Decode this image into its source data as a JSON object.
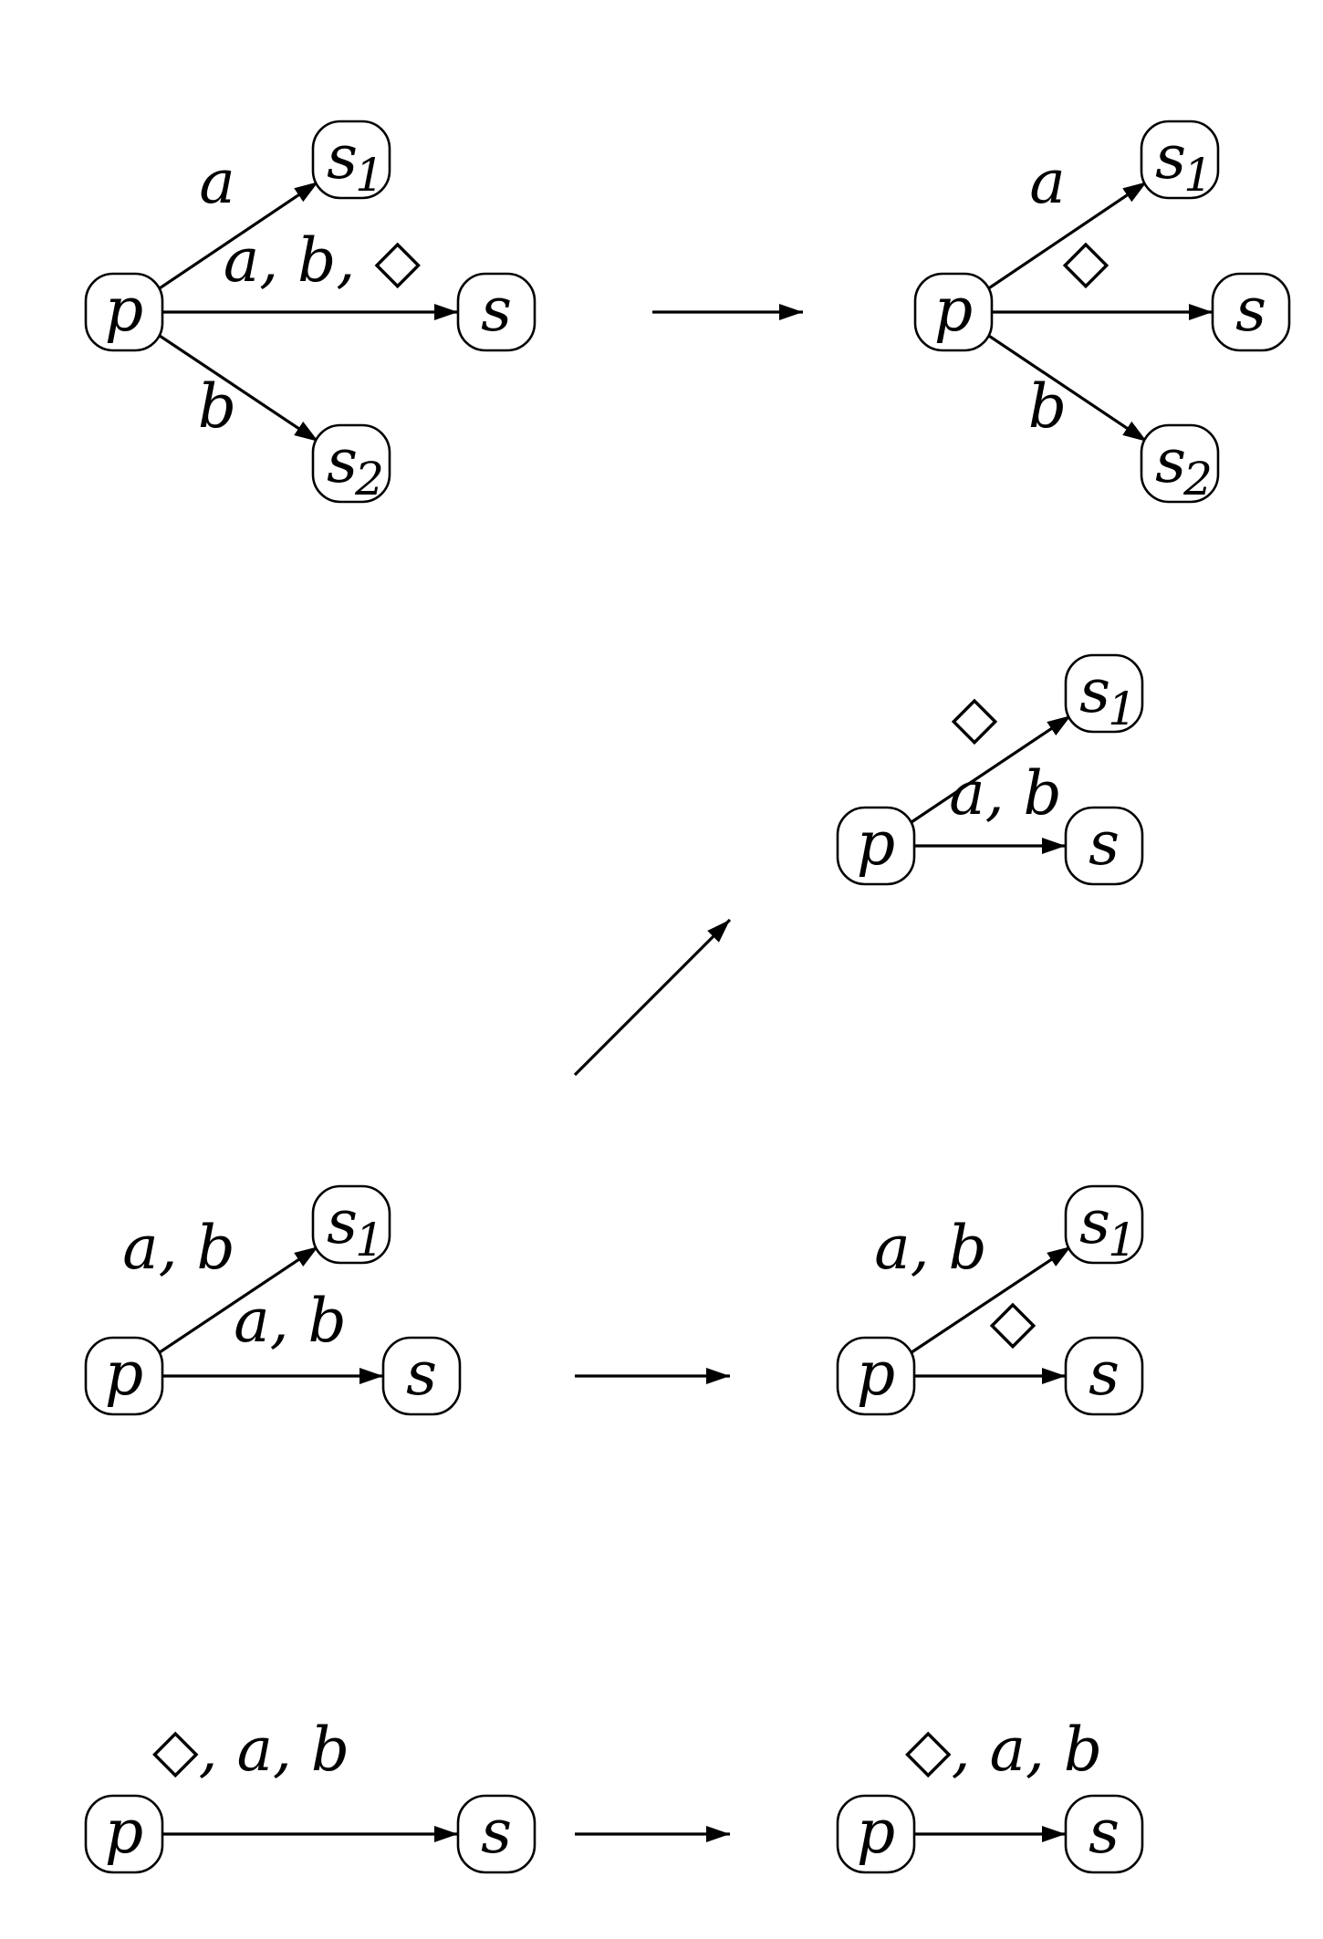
{
  "diagram": {
    "panels": [
      {
        "id": "row1-left",
        "nodes": [
          {
            "id": "p",
            "label": "p",
            "sub": ""
          },
          {
            "id": "s1",
            "label": "s",
            "sub": "1"
          },
          {
            "id": "s",
            "label": "s",
            "sub": ""
          },
          {
            "id": "s2",
            "label": "s",
            "sub": "2"
          }
        ],
        "edges": [
          {
            "from": "p",
            "to": "s1",
            "label": "a"
          },
          {
            "from": "p",
            "to": "s",
            "label": "a, b, ◇"
          },
          {
            "from": "p",
            "to": "s2",
            "label": "b"
          }
        ]
      },
      {
        "id": "row1-right",
        "nodes": [
          {
            "id": "p",
            "label": "p",
            "sub": ""
          },
          {
            "id": "s1",
            "label": "s",
            "sub": "1"
          },
          {
            "id": "s",
            "label": "s",
            "sub": ""
          },
          {
            "id": "s2",
            "label": "s",
            "sub": "2"
          }
        ],
        "edges": [
          {
            "from": "p",
            "to": "s1",
            "label": "a"
          },
          {
            "from": "p",
            "to": "s",
            "label": "◇"
          },
          {
            "from": "p",
            "to": "s2",
            "label": "b"
          }
        ]
      },
      {
        "id": "row2-top",
        "nodes": [
          {
            "id": "p",
            "label": "p",
            "sub": ""
          },
          {
            "id": "s1",
            "label": "s",
            "sub": "1"
          },
          {
            "id": "s",
            "label": "s",
            "sub": ""
          }
        ],
        "edges": [
          {
            "from": "p",
            "to": "s1",
            "label": "◇"
          },
          {
            "from": "p",
            "to": "s",
            "label": "a, b"
          }
        ]
      },
      {
        "id": "row3-left",
        "nodes": [
          {
            "id": "p",
            "label": "p",
            "sub": ""
          },
          {
            "id": "s1",
            "label": "s",
            "sub": "1"
          },
          {
            "id": "s",
            "label": "s",
            "sub": ""
          }
        ],
        "edges": [
          {
            "from": "p",
            "to": "s1",
            "label": "a, b"
          },
          {
            "from": "p",
            "to": "s",
            "label": "a, b"
          }
        ]
      },
      {
        "id": "row3-right",
        "nodes": [
          {
            "id": "p",
            "label": "p",
            "sub": ""
          },
          {
            "id": "s1",
            "label": "s",
            "sub": "1"
          },
          {
            "id": "s",
            "label": "s",
            "sub": ""
          }
        ],
        "edges": [
          {
            "from": "p",
            "to": "s1",
            "label": "a, b"
          },
          {
            "from": "p",
            "to": "s",
            "label": "◇"
          }
        ]
      },
      {
        "id": "row4-left",
        "nodes": [
          {
            "id": "p",
            "label": "p",
            "sub": ""
          },
          {
            "id": "s",
            "label": "s",
            "sub": ""
          }
        ],
        "edges": [
          {
            "from": "p",
            "to": "s",
            "label": "◇, a, b"
          }
        ]
      },
      {
        "id": "row4-right",
        "nodes": [
          {
            "id": "p",
            "label": "p",
            "sub": ""
          },
          {
            "id": "s",
            "label": "s",
            "sub": ""
          }
        ],
        "edges": [
          {
            "from": "p",
            "to": "s",
            "label": "◇, a, b"
          }
        ]
      }
    ],
    "transformations": [
      {
        "from": "row1-left",
        "to": "row1-right"
      },
      {
        "from": "row3-left",
        "to": "row2-top"
      },
      {
        "from": "row3-left",
        "to": "row3-right"
      },
      {
        "from": "row4-left",
        "to": "row4-right"
      }
    ]
  }
}
